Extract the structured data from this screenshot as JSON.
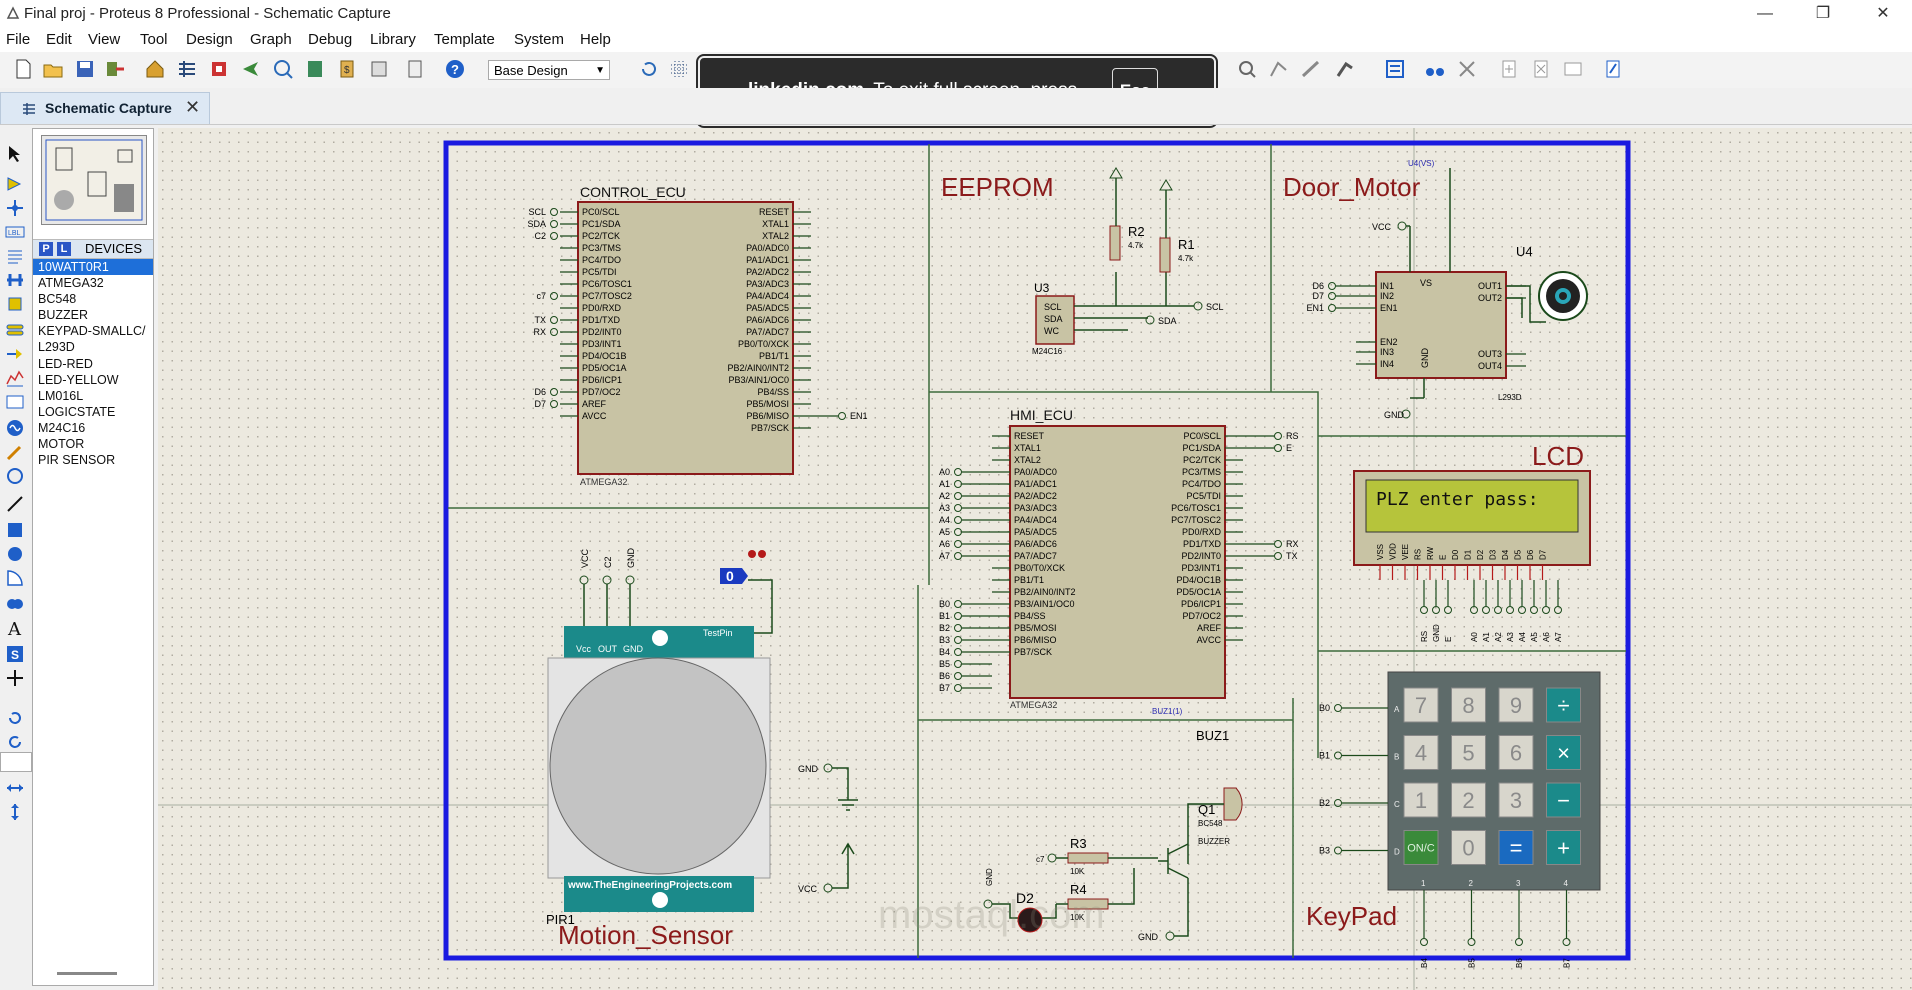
{
  "window": {
    "title": "Final proj - Proteus 8 Professional - Schematic Capture",
    "controls": [
      "—",
      "❐",
      "✕"
    ]
  },
  "menu": [
    "File",
    "Edit",
    "View",
    "Tool",
    "Design",
    "Graph",
    "Debug",
    "Library",
    "Template",
    "System",
    "Help"
  ],
  "toolbar": {
    "design_select": "Base Design"
  },
  "fullscreen_toast": {
    "domain": "linkedin.com",
    "message": "-  To exit full screen, press",
    "key": "Esc"
  },
  "tab": {
    "label": "Schematic Capture"
  },
  "devices": {
    "mode_p": "P",
    "mode_l": "L",
    "header": "DEVICES",
    "items": [
      "10WATT0R1",
      "ATMEGA32",
      "BC548",
      "BUZZER",
      "KEYPAD-SMALLC/",
      "L293D",
      "LED-RED",
      "LED-YELLOW",
      "LM016L",
      "LOGICSTATE",
      "M24C16",
      "MOTOR",
      "PIR SENSOR"
    ],
    "selected": 0
  },
  "schematic": {
    "titles": {
      "eeprom": "EEPROM",
      "door_motor": "Door_Motor",
      "lcd": "LCD",
      "keypad": "KeyPad",
      "motion": "Motion_Sensor"
    },
    "control_ecu": {
      "name": "CONTROL_ECU",
      "part": "ATMEGA32",
      "left_pins": [
        "PC0/SCL",
        "PC1/SDA",
        "PC2/TCK",
        "PC3/TMS",
        "PC4/TDO",
        "PC5/TDI",
        "PC6/TOSC1",
        "PC7/TOSC2",
        "PD0/RXD",
        "PD1/TXD",
        "PD2/INT0",
        "PD3/INT1",
        "PD4/OC1B",
        "PD5/OC1A",
        "PD6/ICP1",
        "PD7/OC2",
        "AREF",
        "AVCC"
      ],
      "right_pins": [
        "RESET",
        "XTAL1",
        "XTAL2",
        "PA0/ADC0",
        "PA1/ADC1",
        "PA2/ADC2",
        "PA3/ADC3",
        "PA4/ADC4",
        "PA5/ADC5",
        "PA6/ADC6",
        "PA7/ADC7",
        "PB0/T0/XCK",
        "PB1/T1",
        "PB2/AIN0/INT2",
        "PB3/AIN1/OC0",
        "PB4/SS",
        "PB5/MOSI",
        "PB6/MISO",
        "PB7/SCK"
      ],
      "nets": [
        "SCL",
        "SDA",
        "C2",
        "c7",
        "TX",
        "RX",
        "D6",
        "D7",
        "EN1"
      ]
    },
    "hmi_ecu": {
      "name": "HMI_ECU",
      "part": "ATMEGA32",
      "left_pins": [
        "RESET",
        "XTAL1",
        "XTAL2",
        "PA0/ADC0",
        "PA1/ADC1",
        "PA2/ADC2",
        "PA3/ADC3",
        "PA4/ADC4",
        "PA5/ADC5",
        "PA6/ADC6",
        "PA7/ADC7",
        "PB0/T0/XCK",
        "PB1/T1",
        "PB2/AIN0/INT2",
        "PB3/AIN1/OC0",
        "PB4/SS",
        "PB5/MOSI",
        "PB6/MISO",
        "PB7/SCK"
      ],
      "right_pins": [
        "PC0/SCL",
        "PC1/SDA",
        "PC2/TCK",
        "PC3/TMS",
        "PC4/TDO",
        "PC5/TDI",
        "PC6/TOSC1",
        "PC7/TOSC2",
        "PD0/RXD",
        "PD1/TXD",
        "PD2/INT0",
        "PD3/INT1",
        "PD4/OC1B",
        "PD5/OC1A",
        "PD6/ICP1",
        "PD7/OC2",
        "AREF",
        "AVCC"
      ],
      "left_nets": [
        "A0",
        "A1",
        "A2",
        "A3",
        "A4",
        "A5",
        "A6",
        "A7",
        "B0",
        "B1",
        "B2",
        "B3",
        "B4",
        "B5",
        "B6",
        "B7"
      ],
      "right_nets": [
        "RS",
        "E",
        "RX",
        "TX"
      ]
    },
    "eeprom_parts": {
      "u3": "U3",
      "u3_part": "M24C16",
      "u3_pins": [
        "SCL",
        "SDA",
        "WC"
      ],
      "r2": "R2",
      "r2_val": "4.7k",
      "r1": "R1",
      "r1_val": "4.7k",
      "scl": "SCL",
      "sda": "SDA"
    },
    "motor_parts": {
      "u4": "U4",
      "u4vs": "U4(VS)",
      "vcc": "VCC",
      "gnd": "GND",
      "part": "L293D",
      "nets": [
        "D6",
        "D7",
        "EN1"
      ],
      "pins": [
        "IN1",
        "IN2",
        "EN1",
        "EN2",
        "IN3",
        "IN4",
        "VS",
        "OUT1",
        "OUT2",
        "OUT3",
        "OUT4",
        "GND"
      ]
    },
    "lcd_screen": "PLZ enter pass:",
    "lcd_pins": [
      "VSS",
      "VDD",
      "VEE",
      "RS",
      "RW",
      "E",
      "D0",
      "D1",
      "D2",
      "D3",
      "D4",
      "D5",
      "D6",
      "D7"
    ],
    "lcd_nets": [
      "RS",
      "GND",
      "E",
      "A0",
      "A1",
      "A2",
      "A3",
      "A4",
      "A5",
      "A6",
      "A7"
    ],
    "keypad": {
      "keys": [
        "7",
        "8",
        "9",
        "÷",
        "4",
        "5",
        "6",
        "×",
        "1",
        "2",
        "3",
        "−",
        "ON/C",
        "0",
        "=",
        "+"
      ],
      "row_labels": [
        "A",
        "B",
        "C",
        "D"
      ],
      "row_nets": [
        "B0",
        "B1",
        "B2",
        "B3"
      ],
      "col_labels": [
        "1",
        "2",
        "3",
        "4"
      ],
      "col_nets": [
        "B4",
        "B5",
        "B6",
        "B7"
      ]
    },
    "pir": {
      "pins": [
        "Vcc",
        "OUT",
        "GND"
      ],
      "nets": [
        "VCC",
        "C2",
        "GND"
      ],
      "testpin": "TestPin",
      "website": "www.TheEngineeringProjects.com",
      "label": "PIR1",
      "logic": "0",
      "gnd": "GND",
      "vcc": "VCC"
    },
    "buzzer_parts": {
      "buz1": "BUZ1",
      "buz1_probe": "BUZ1(1)",
      "buzzer": "BUZZER",
      "q1": "Q1",
      "q1_part": "BC548",
      "r3": "R3",
      "r3_val": "10K",
      "r4": "R4",
      "r4_val": "10K",
      "d2": "D2",
      "gnd": "GND",
      "gnd2": "GND",
      "c7": "c7"
    },
    "watermark": "mostaql.com"
  }
}
